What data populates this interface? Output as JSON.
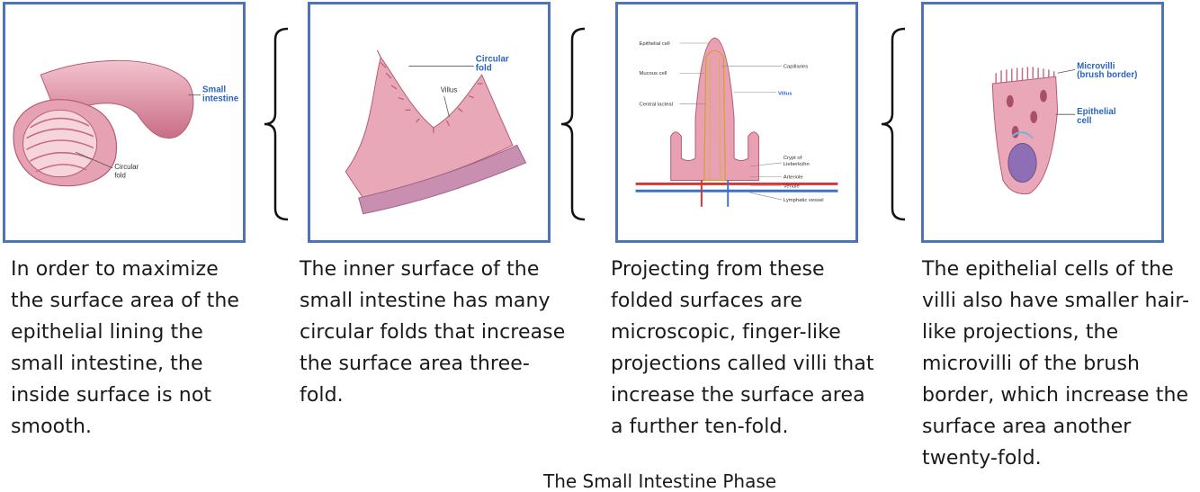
{
  "panels": [
    {
      "labels": {
        "small_intestine": "Small intestine",
        "circular_fold": "Circular fold"
      },
      "caption": "In order to maximize the surface area of the epithelial lining the small intestine, the inside surface is not smooth."
    },
    {
      "labels": {
        "circular_fold": "Circular fold",
        "villus": "Villus"
      },
      "caption": "The inner surface of the small intestine has many circular folds that increase the surface area three-fold."
    },
    {
      "labels": {
        "epithelial_cell": "Epithelial cell",
        "mucous_cell": "Mucous cell",
        "central_lacteal": "Central lacteal",
        "capillaries": "Capillaries",
        "villus": "Villus",
        "crypt": "Crypt of Lieberkühn",
        "arteriole": "Arteriole",
        "venule": "Venule",
        "lymphatic_vessel": "Lymphatic vessel"
      },
      "caption": "Projecting from these folded surfaces are microscopic, finger-like projections called villi that increase the surface area a further ten-fold."
    },
    {
      "labels": {
        "microvilli": "Microvilli (brush border)",
        "epithelial_cell": "Epithelial cell"
      },
      "caption": "The epithelial cells of the villi also have smaller hair-like projections, the microvilli of the brush border, which increase the surface area another twenty-fold."
    }
  ],
  "footer": "The Small Intestine Phase",
  "colors": {
    "border": "#4f74b6",
    "tissue": "#d9879b",
    "label_blue": "#2a64c0"
  }
}
